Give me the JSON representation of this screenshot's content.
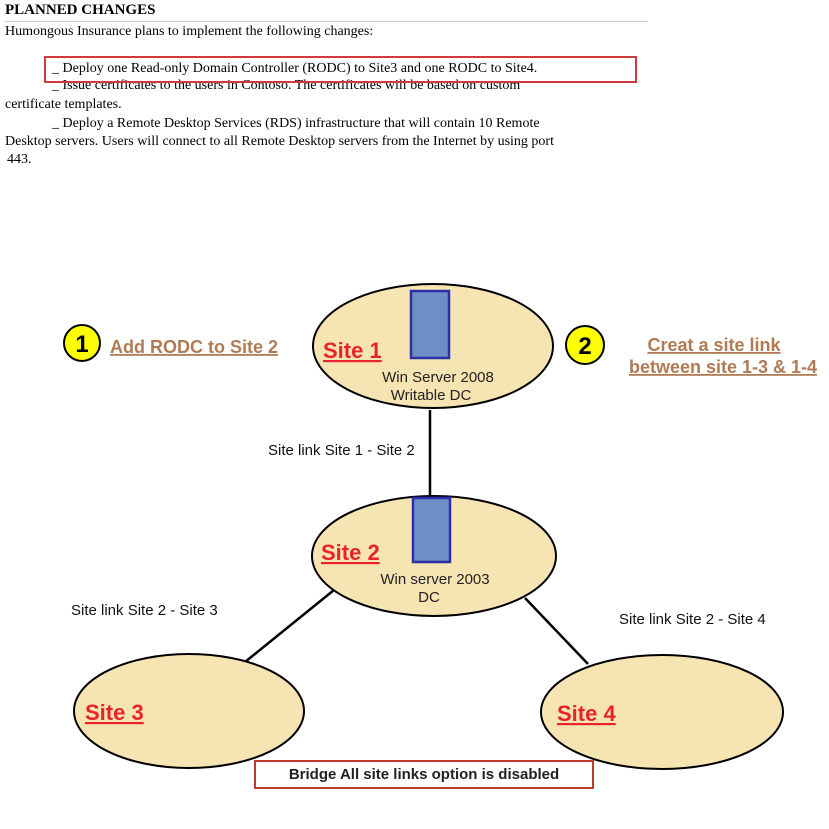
{
  "document": {
    "heading": "PLANNED CHANGES",
    "intro": "Humongous Insurance plans to implement the following changes:",
    "item1": "_ Deploy one Read-only Domain Controller (RODC) to Site3 and one RODC to Site4.",
    "item2_line1": "_ Issue certificates to the users in Contoso. The certificates will be based on custom",
    "item2_line2": "certificate templates.",
    "item3_line1": "_ Deploy a Remote Desktop Services (RDS) infrastructure that will contain 10 Remote",
    "item3_line2": "Desktop servers. Users will connect to all Remote Desktop servers from the Internet by using port",
    "item3_line3": "443."
  },
  "diagram": {
    "steps": [
      {
        "number": "1",
        "text": "Add RODC to Site 2"
      },
      {
        "number": "2",
        "text_line1": "Creat a site link",
        "text_line2": "between site 1-3 & 1-4"
      }
    ],
    "sites": {
      "site1": {
        "label": "Site 1",
        "server_line1": "Win Server 2008",
        "server_line2": "Writable DC"
      },
      "site2": {
        "label": "Site 2",
        "server_line1": "Win server 2003",
        "server_line2": "DC"
      },
      "site3": {
        "label": "Site 3"
      },
      "site4": {
        "label": "Site 4"
      }
    },
    "links": {
      "link12": "Site link Site 1 - Site 2",
      "link23": "Site link Site 2 - Site 3",
      "link24": "Site link Site 2 - Site 4"
    },
    "bridge_note": "Bridge All site links option is disabled",
    "colors": {
      "site_fill": "#f7e4b3",
      "server_fill": "#6e8fc6",
      "server_stroke": "#2b2fa8",
      "step_circle": "#ffff00",
      "step_text": "#b07b54",
      "site_label": "#e8232b",
      "highlight_box": "#d03a3a"
    }
  }
}
